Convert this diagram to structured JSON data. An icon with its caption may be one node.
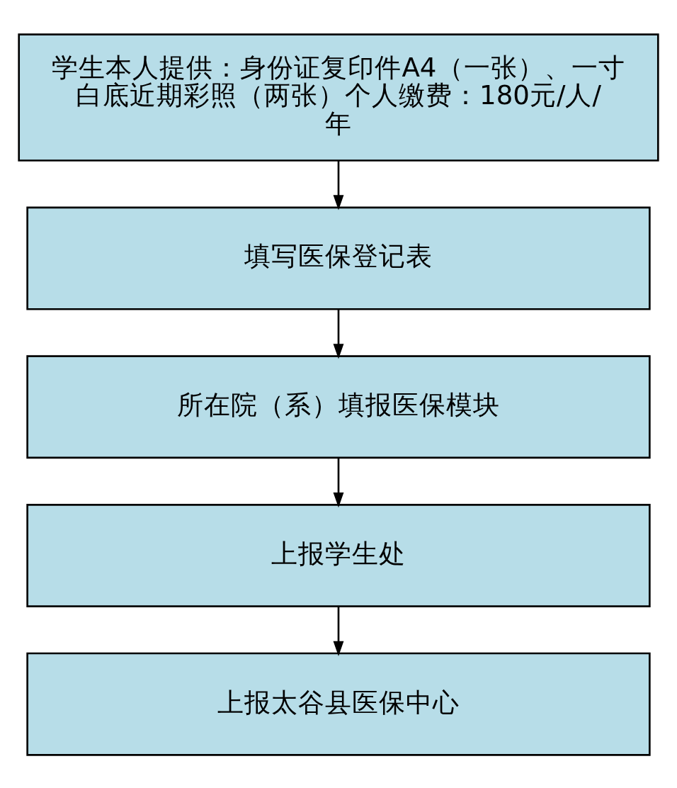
{
  "diagram": {
    "nodes": [
      {
        "text": [
          "学生本人提供：身份证复印件A4（一张）、一寸白底近期彩照（两张）个人缴费：180元/人/年"
        ]
      },
      {
        "text": [
          "填写医保登记表"
        ]
      },
      {
        "text": [
          "所在院（系）填报医保模块"
        ]
      },
      {
        "text": [
          "上报学生处"
        ]
      },
      {
        "text": [
          "上报太谷县医保中心"
        ]
      }
    ],
    "edges": [
      {
        "from": 0,
        "to": 1,
        "arrow": "to"
      },
      {
        "from": 1,
        "to": 2,
        "arrow": "to"
      },
      {
        "from": 2,
        "to": 3,
        "arrow": "to"
      },
      {
        "from": 3,
        "to": 4,
        "arrow": "to"
      }
    ]
  }
}
